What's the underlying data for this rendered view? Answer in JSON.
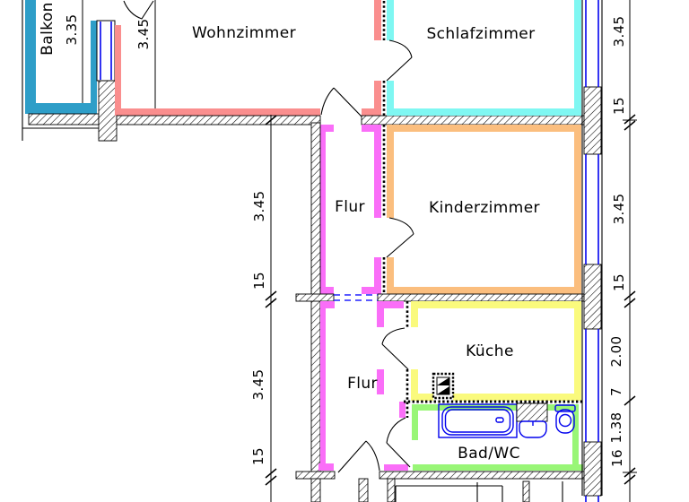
{
  "drawing": {
    "type": "floor-plan",
    "rooms": [
      {
        "id": "balkon",
        "label": "Balkon"
      },
      {
        "id": "wohnzimmer",
        "label": "Wohnzimmer"
      },
      {
        "id": "schlafzimmer",
        "label": "Schlafzimmer"
      },
      {
        "id": "flur_mitte",
        "label": "Flur"
      },
      {
        "id": "kinderzimmer",
        "label": "Kinderzimmer"
      },
      {
        "id": "flur_unten",
        "label": "Flur"
      },
      {
        "id": "kueche",
        "label": "Küche"
      },
      {
        "id": "bad_wc",
        "label": "Bad/WC"
      }
    ],
    "dim_labels": {
      "balkon_width": "3.35",
      "wohnzimmer_width": "3.45",
      "left": [
        "3.45",
        "15",
        "3.45",
        "15"
      ],
      "right": [
        "3.45",
        "15",
        "3.45",
        "15",
        "2.00",
        "7",
        "1.38",
        "16"
      ]
    },
    "colors": {
      "wall_teal": "#2E9EC8",
      "wall_red": "#FA8E8E",
      "wall_cyan": "#7FF7F2",
      "wall_orange": "#FBBE7E",
      "wall_magenta": "#FA6EF8",
      "wall_yellow": "#FAFA7D",
      "wall_green": "#99F677",
      "fixture_blue": "#0000EE",
      "dashed_blue": "#2020FF"
    }
  }
}
